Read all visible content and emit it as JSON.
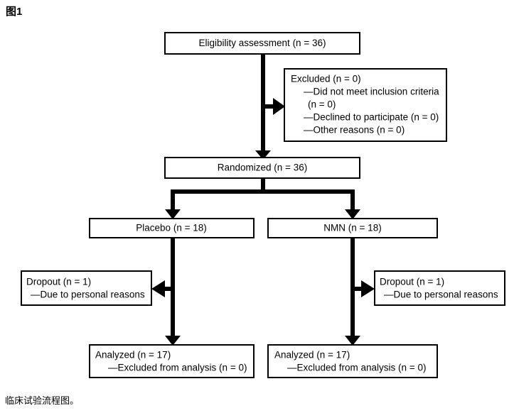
{
  "figure": {
    "label": "图1",
    "caption": "临床试验流程图。",
    "colors": {
      "background": "#ffffff",
      "stroke": "#000000",
      "text": "#000000"
    }
  },
  "flow": {
    "type": "consort-flow-diagram",
    "nodes": [
      {
        "id": "eligibility",
        "lines": [
          "Eligibility assessment (n = 36)"
        ],
        "align": "center"
      },
      {
        "id": "excluded",
        "lines": [
          "Excluded (n = 0)",
          "—Did not meet inclusion criteria",
          "(n = 0)",
          "—Declined to participate (n = 0)",
          "—Other reasons (n = 0)"
        ],
        "align": "left"
      },
      {
        "id": "randomized",
        "lines": [
          "Randomized (n = 36)"
        ],
        "align": "center"
      },
      {
        "id": "placebo",
        "lines": [
          "Placebo (n = 18)"
        ],
        "align": "center"
      },
      {
        "id": "nmn",
        "lines": [
          "NMN (n = 18)"
        ],
        "align": "center"
      },
      {
        "id": "dropout-placebo",
        "lines": [
          "Dropout (n = 1)",
          "—Due to personal reasons"
        ],
        "align": "left"
      },
      {
        "id": "dropout-nmn",
        "lines": [
          "Dropout (n = 1)",
          "—Due to personal reasons"
        ],
        "align": "left"
      },
      {
        "id": "analyzed-placebo",
        "lines": [
          "Analyzed (n = 17)",
          "—Excluded from analysis (n = 0)"
        ],
        "align": "left"
      },
      {
        "id": "analyzed-nmn",
        "lines": [
          "Analyzed (n = 17)",
          "—Excluded from analysis (n = 0)"
        ],
        "align": "left"
      }
    ],
    "text": {
      "eligibility_l1": "Eligibility assessment (n = 36)",
      "excluded_l1": "Excluded (n = 0)",
      "excluded_l2": "—Did not meet inclusion criteria",
      "excluded_l3": "(n = 0)",
      "excluded_l4": "—Declined to participate (n = 0)",
      "excluded_l5": "—Other reasons (n = 0)",
      "randomized_l1": "Randomized (n = 36)",
      "placebo_l1": "Placebo (n = 18)",
      "nmn_l1": "NMN (n = 18)",
      "dropout_placebo_l1": "Dropout (n = 1)",
      "dropout_placebo_l2": "—Due to personal reasons",
      "dropout_nmn_l1": "Dropout (n = 1)",
      "dropout_nmn_l2": "—Due to personal reasons",
      "analyzed_placebo_l1": "Analyzed (n = 17)",
      "analyzed_placebo_l2": "—Excluded from analysis (n = 0)",
      "analyzed_nmn_l1": "Analyzed (n = 17)",
      "analyzed_nmn_l2": "—Excluded from analysis (n = 0)"
    }
  }
}
